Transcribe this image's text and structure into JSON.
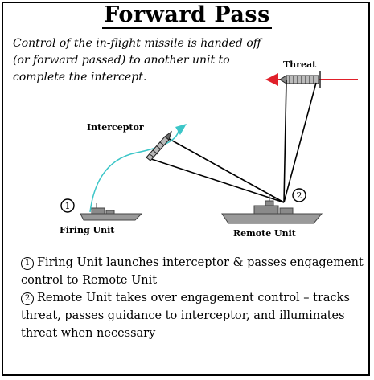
{
  "title": "Forward Pass",
  "intro": "Control of the in-flight missile is handed off (or forward passed) to another unit to complete the intercept.",
  "labels": {
    "threat": "Threat",
    "interceptor": "Interceptor",
    "firing_unit": "Firing Unit",
    "remote_unit": "Remote Unit",
    "marker_1": "1",
    "marker_2": "2"
  },
  "legend": [
    {
      "marker": "1",
      "text": "Firing Unit launches interceptor & passes engagement control to Remote Unit"
    },
    {
      "marker": "2",
      "text": "Remote Unit takes over engagement control – tracks threat, passes guidance to interceptor, and illuminates threat when necessary"
    }
  ],
  "colors": {
    "trajectory": "#3cc6c8",
    "threat_arrow": "#e0202a",
    "ship": "#9a9a9a"
  }
}
